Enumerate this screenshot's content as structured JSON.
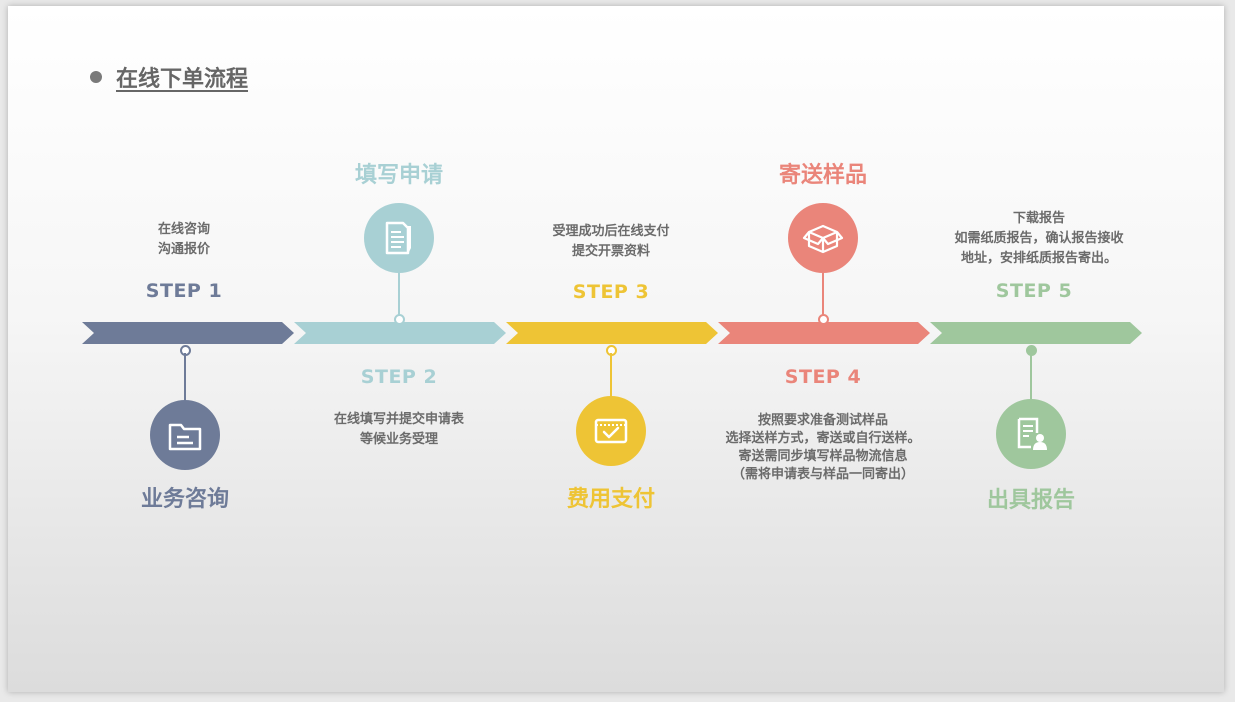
{
  "header": {
    "title": "在线下单流程"
  },
  "colors": {
    "step1": "#6e7b98",
    "step2": "#a8d0d4",
    "step3": "#eec435",
    "step4": "#ea857a",
    "step5": "#9fc79d"
  },
  "steps": [
    {
      "step": "STEP 1",
      "name": "业务咨询",
      "icon": "folder-icon",
      "desc": [
        "在线咨询",
        "沟通报价"
      ]
    },
    {
      "step": "STEP 2",
      "name": "填写申请",
      "icon": "document-pen-icon",
      "desc": [
        "在线填写并提交申请表",
        "等候业务受理"
      ]
    },
    {
      "step": "STEP 3",
      "name": "费用支付",
      "icon": "payment-window-icon",
      "desc": [
        "受理成功后在线支付",
        "提交开票资料"
      ]
    },
    {
      "step": "STEP 4",
      "name": "寄送样品",
      "icon": "open-box-icon",
      "desc": [
        "按照要求准备测试样品",
        "选择送样方式，寄送或自行送样。",
        "寄送需同步填写样品物流信息",
        "（需将申请表与样品一同寄出）"
      ]
    },
    {
      "step": "STEP 5",
      "name": "出具报告",
      "icon": "report-user-icon",
      "desc": [
        "下载报告",
        "如需纸质报告，确认报告接收",
        "地址，安排纸质报告寄出。"
      ]
    }
  ]
}
